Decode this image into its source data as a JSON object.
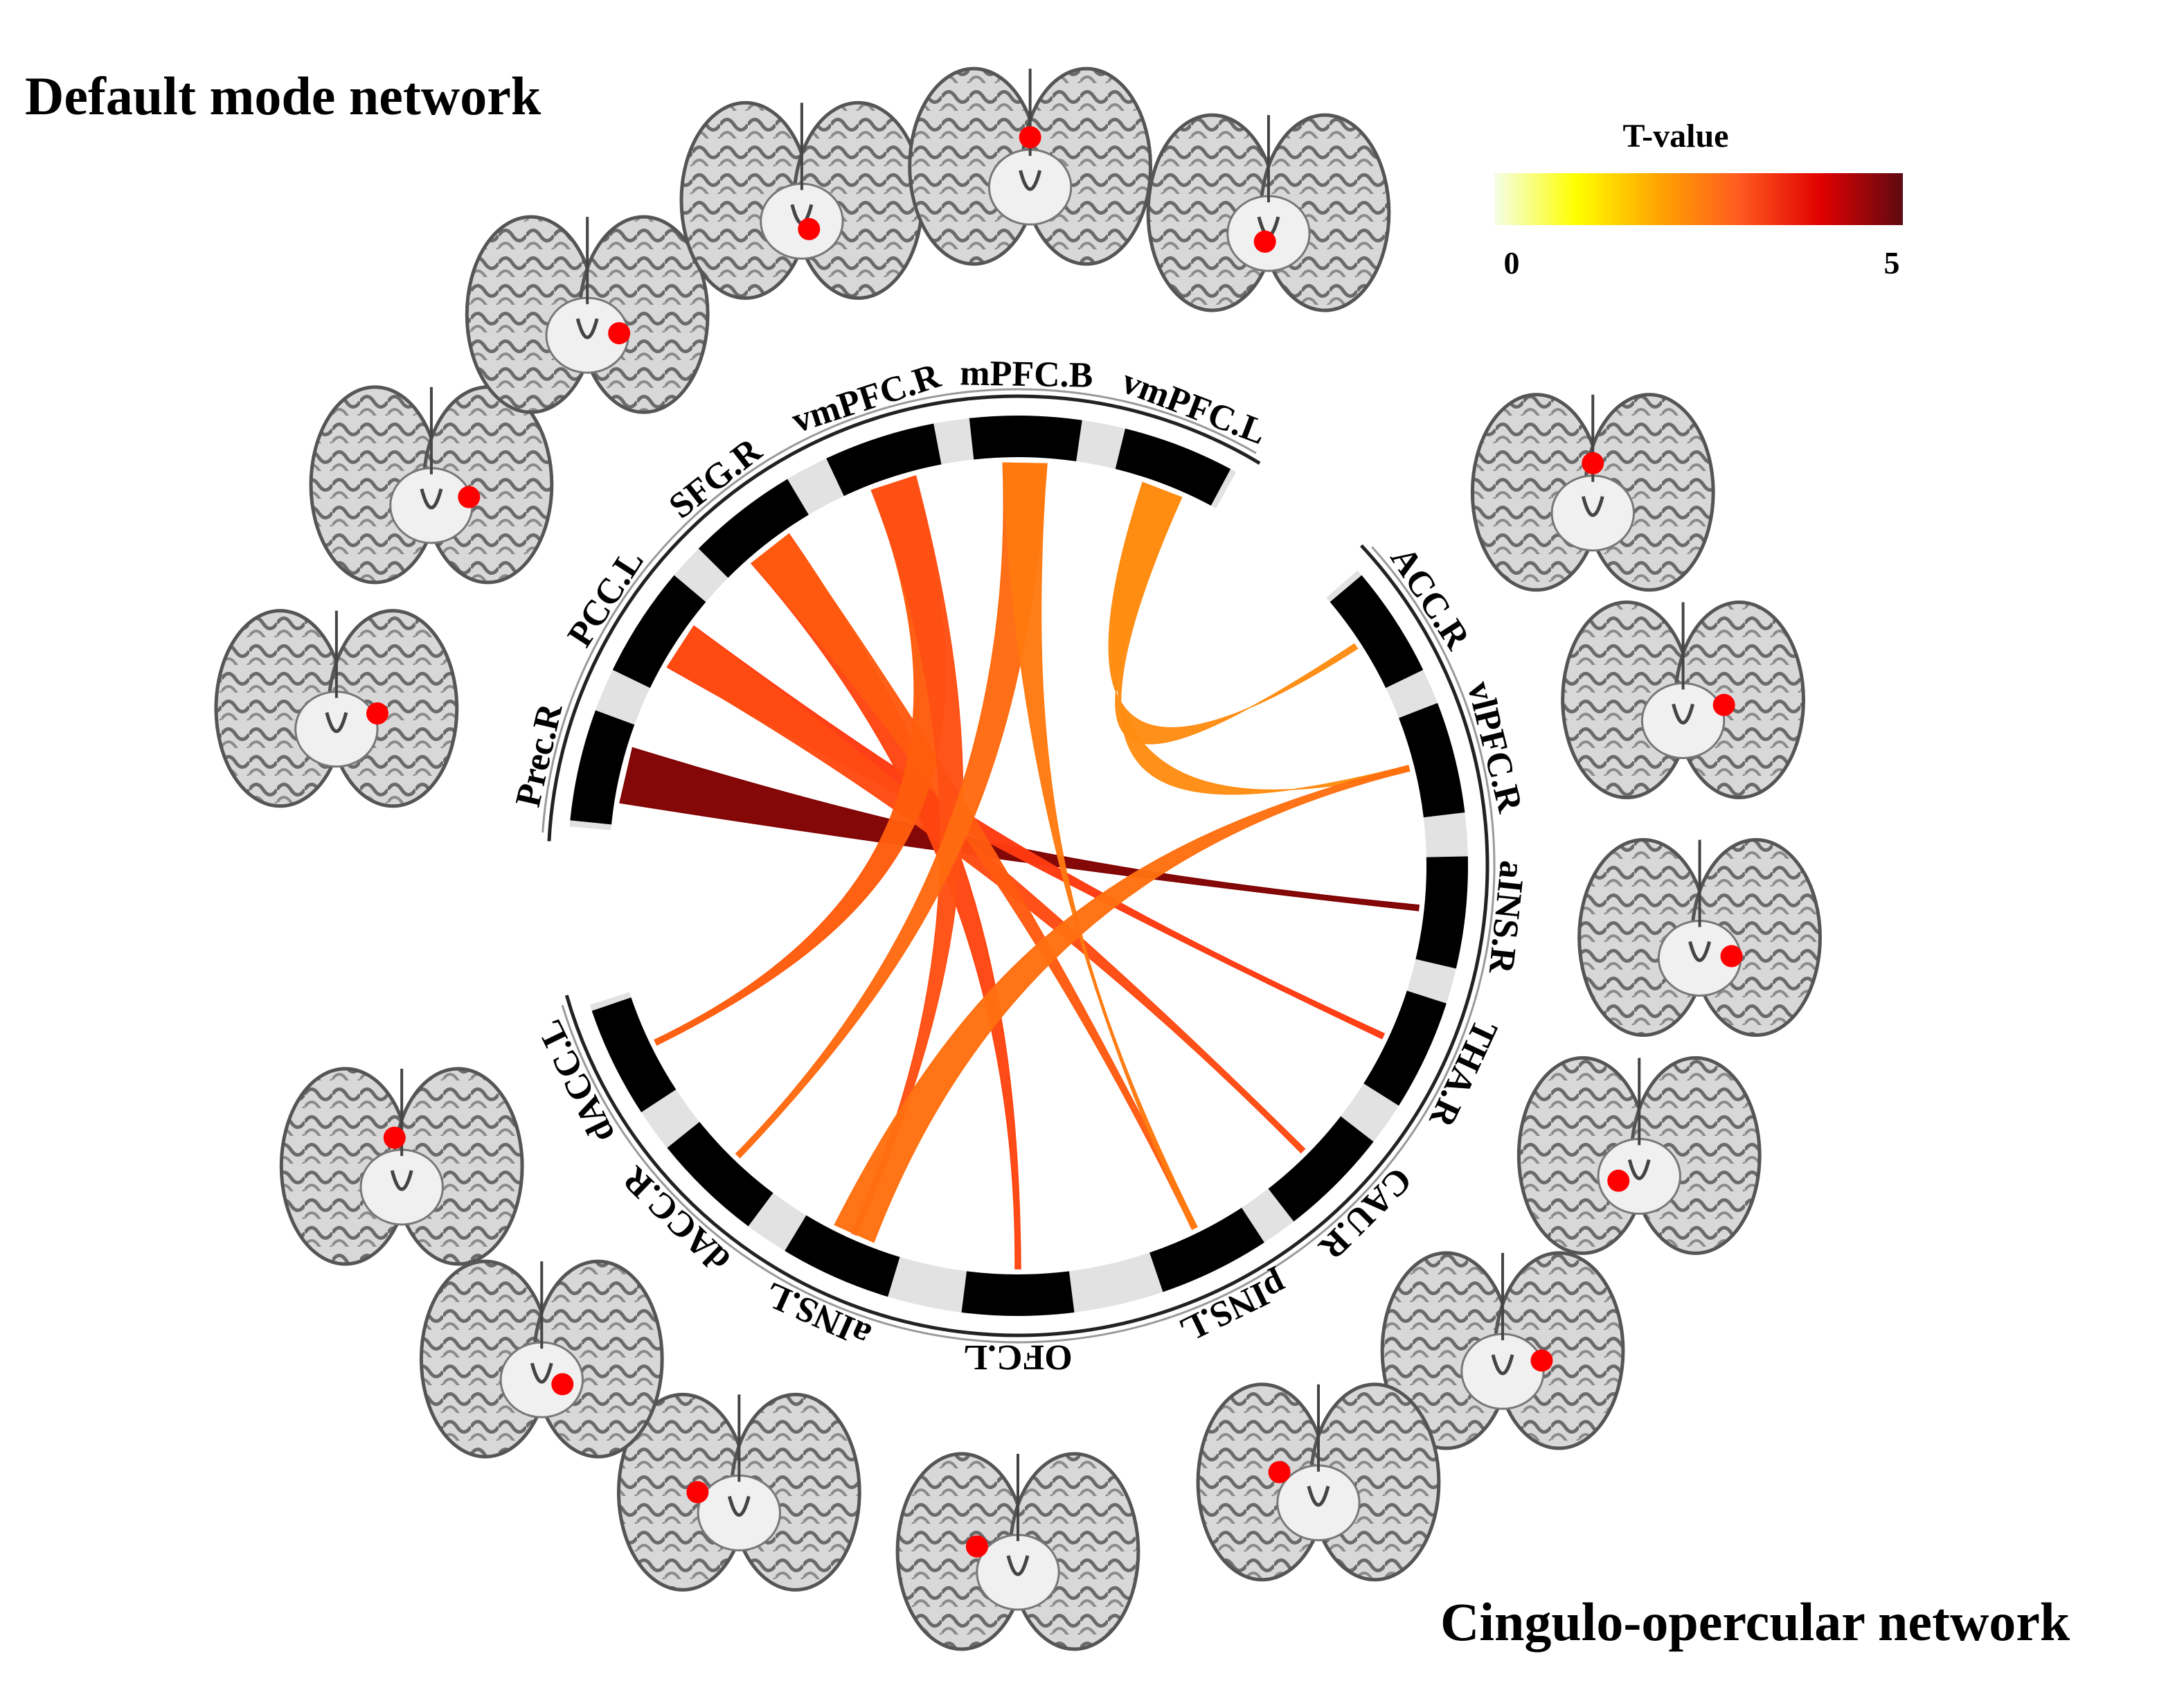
{
  "networks": {
    "default_mode": "Default mode network",
    "cingulo_opercular": "Cingulo-opercular network"
  },
  "colorbar": {
    "title": "T-value",
    "min_label": "0",
    "max_label": "5",
    "min": 0,
    "max": 5,
    "stops": [
      "#f4fde8",
      "#ffff00",
      "#ffa500",
      "#ff5a1f",
      "#e00000",
      "#5e0a12"
    ]
  },
  "regions": [
    {
      "label": "Prec.R",
      "network": "default_mode"
    },
    {
      "label": "PCC.L",
      "network": "default_mode"
    },
    {
      "label": "SFG.R",
      "network": "default_mode"
    },
    {
      "label": "vmPFC.R",
      "network": "default_mode"
    },
    {
      "label": "mPFC.B",
      "network": "default_mode"
    },
    {
      "label": "vmPFC.L",
      "network": "default_mode"
    },
    {
      "label": "ACC.R",
      "network": "cingulo_opercular"
    },
    {
      "label": "vlPFC.R",
      "network": "cingulo_opercular"
    },
    {
      "label": "aINS.R",
      "network": "cingulo_opercular"
    },
    {
      "label": "THA.R",
      "network": "cingulo_opercular"
    },
    {
      "label": "CAU.R",
      "network": "cingulo_opercular"
    },
    {
      "label": "pINS.L",
      "network": "cingulo_opercular"
    },
    {
      "label": "OFC.L",
      "network": "cingulo_opercular"
    },
    {
      "label": "aINS.L",
      "network": "cingulo_opercular"
    },
    {
      "label": "dACC.R",
      "network": "cingulo_opercular"
    },
    {
      "label": "dACC.L",
      "network": "cingulo_opercular"
    }
  ],
  "connections": [
    {
      "from": "Prec.R",
      "to": "aINS.R",
      "t": 4.6,
      "color": "#800000"
    },
    {
      "from": "PCC.L",
      "to": "THA.R",
      "t": 3.4,
      "color": "#ff3a10"
    },
    {
      "from": "PCC.L",
      "to": "CAU.R",
      "t": 3.1,
      "color": "#ff4a12"
    },
    {
      "from": "SFG.R",
      "to": "OFC.L",
      "t": 3.2,
      "color": "#ff4510"
    },
    {
      "from": "SFG.R",
      "to": "pINS.L",
      "t": 2.9,
      "color": "#ff5a10"
    },
    {
      "from": "vmPFC.R",
      "to": "dACC.L",
      "t": 2.8,
      "color": "#ff5c0c"
    },
    {
      "from": "vmPFC.R",
      "to": "aINS.L",
      "t": 3.0,
      "color": "#ff4f14"
    },
    {
      "from": "mPFC.B",
      "to": "dACC.R",
      "t": 2.6,
      "color": "#ff6a10"
    },
    {
      "from": "mPFC.B",
      "to": "pINS.L",
      "t": 2.5,
      "color": "#ff7a10"
    },
    {
      "from": "vmPFC.L",
      "to": "ACC.R",
      "t": 2.2,
      "color": "#ff8c12"
    },
    {
      "from": "vmPFC.L",
      "to": "vlPFC.R",
      "t": 2.2,
      "color": "#ff8c12"
    },
    {
      "from": "aINS.L",
      "to": "vlPFC.R",
      "t": 2.4,
      "color": "#ff7010"
    }
  ],
  "brain_slices": [
    {
      "region": "Prec.R",
      "view": "coronal"
    },
    {
      "region": "PCC.L",
      "view": "coronal"
    },
    {
      "region": "SFG.R",
      "view": "coronal"
    },
    {
      "region": "vmPFC.R",
      "view": "coronal"
    },
    {
      "region": "mPFC.B",
      "view": "coronal"
    },
    {
      "region": "vmPFC.L",
      "view": "coronal"
    },
    {
      "region": "ACC.R",
      "view": "coronal"
    },
    {
      "region": "vlPFC.R",
      "view": "coronal"
    },
    {
      "region": "aINS.R",
      "view": "coronal"
    },
    {
      "region": "THA.R",
      "view": "coronal"
    },
    {
      "region": "CAU.R",
      "view": "coronal"
    },
    {
      "region": "pINS.L",
      "view": "coronal"
    },
    {
      "region": "OFC.L",
      "view": "coronal"
    },
    {
      "region": "aINS.L",
      "view": "coronal"
    },
    {
      "region": "dACC.R",
      "view": "coronal"
    },
    {
      "region": "dACC.L",
      "view": "coronal"
    }
  ]
}
